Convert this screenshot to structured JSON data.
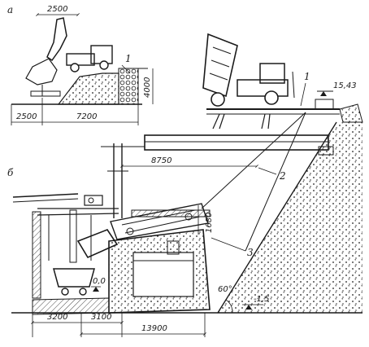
{
  "figure": {
    "part_a_label": "а",
    "part_b_label": "б",
    "callouts": [
      "1",
      "1",
      "2",
      "3"
    ],
    "dimensions": {
      "a_top_width": "2500",
      "a_bottom_left": "2500",
      "a_bottom_main": "7200",
      "a_height": "4000",
      "level_top": "15,43",
      "span_8750": "8750",
      "height_1680": "1680",
      "level_zero": "0,0",
      "level_minus": "-1,5",
      "slope_angle": "60°",
      "b_3200": "3200",
      "b_3100": "3100",
      "b_13900": "13900"
    }
  }
}
